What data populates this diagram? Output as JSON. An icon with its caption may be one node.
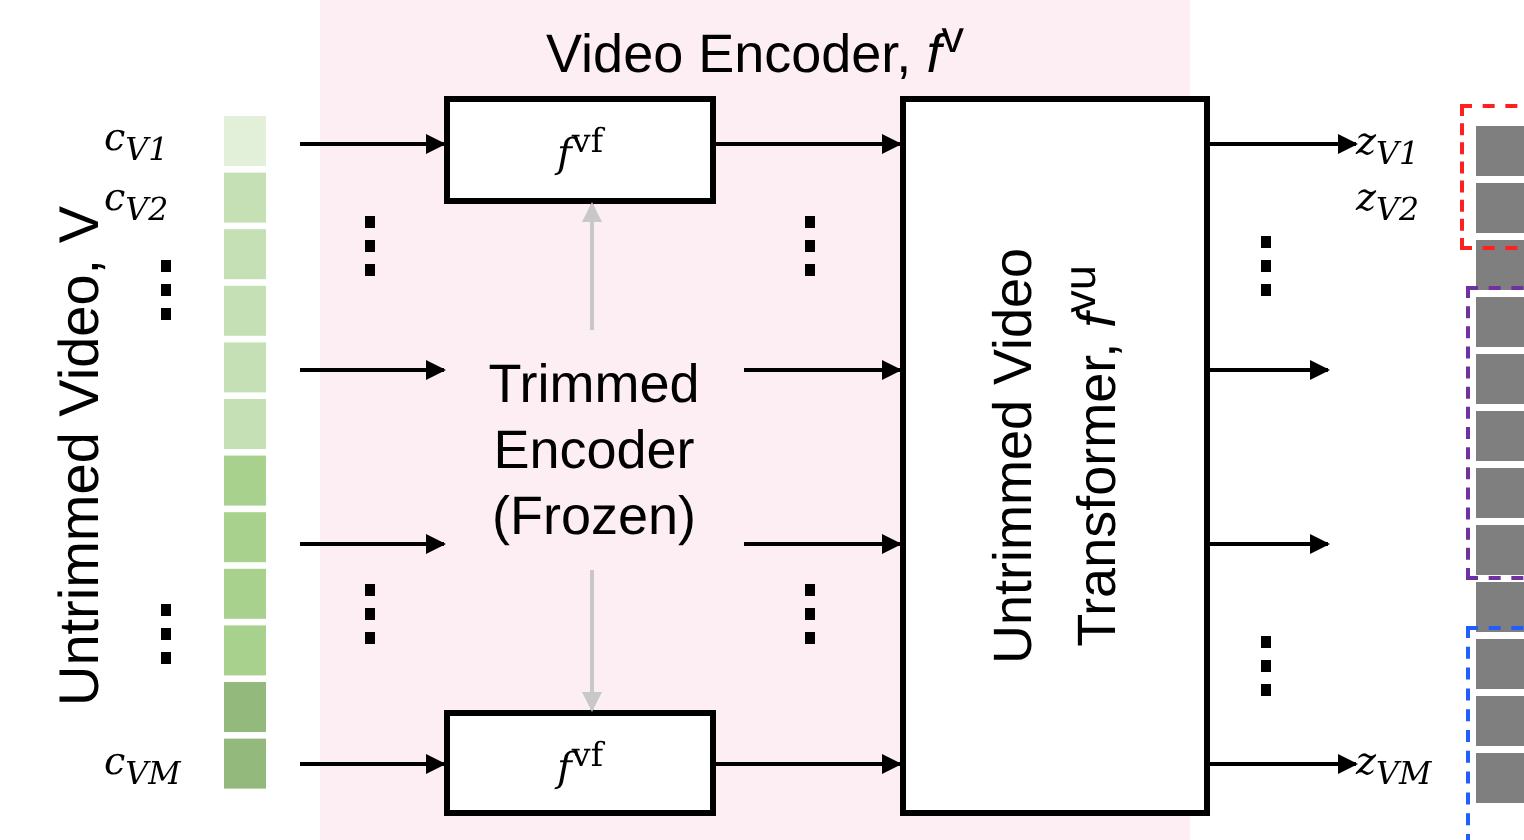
{
  "diagram": {
    "nodes": [
      {
        "text": [
          "Video Encoder, *f*$^{v}$"
        ]
      },
      {
        "text": [
          "*f*$^{vf}$"
        ],
        "in": 0
      },
      {
        "text": [
          "Trimmed Encoder (Frozen)"
        ],
        "in": 0
      },
      {
        "text": [
          "*f*$^{vf}$"
        ],
        "in": 0
      },
      {
        "text": [
          "Untrimmed Video Transformer, *f*$^{vu}$"
        ],
        "in": 0
      },
      {
        "text": [],
        "shape": "box"
      },
      {
        "text": [],
        "shape": "box"
      },
      {
        "text": [],
        "shape": "box"
      },
      {
        "text": [
          "*z*$_{V1}$"
        ]
      },
      {
        "text": [
          "*z*$_{VM}$"
        ]
      }
    ],
    "edges": [
      {
        "from": null,
        "to": 1,
        "arrow": "to"
      },
      {
        "from": null,
        "to": 2,
        "arrow": "to"
      },
      {
        "from": null,
        "to": 2,
        "arrow": "to"
      },
      {
        "from": null,
        "to": 3,
        "arrow": "to"
      },
      {
        "from": 2,
        "to": 1,
        "arrow": "to",
        "color": "#c8c8c8"
      },
      {
        "from": 2,
        "to": 3,
        "arrow": "to",
        "color": "#c8c8c8"
      },
      {
        "from": 1,
        "to": 4,
        "arrow": "to"
      },
      {
        "from": 2,
        "to": 4,
        "arrow": "to"
      },
      {
        "from": 2,
        "to": 4,
        "arrow": "to"
      },
      {
        "from": 3,
        "to": 4,
        "arrow": "to"
      },
      {
        "from": 4,
        "to": 8,
        "arrow": "to"
      },
      {
        "from": 4,
        "to": null,
        "arrow": "to"
      },
      {
        "from": 4,
        "to": null,
        "arrow": "to"
      },
      {
        "from": 4,
        "to": 9,
        "arrow": "to"
      }
    ],
    "labels": [
      "Untrimmed Video, V",
      "*c*$_{V1}$",
      "*c*$_{V2}$",
      "*c*$_{VM}$",
      "*z*$_{V2}$"
    ]
  }
}
